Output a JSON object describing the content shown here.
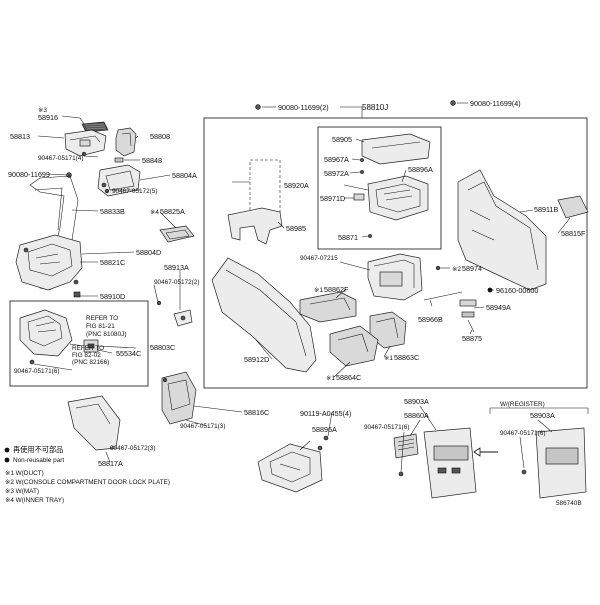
{
  "labels": {
    "l58916": "58916",
    "l58813": "58813",
    "l58808": "58808",
    "l90467_4": "90467-05171(4)",
    "l58848": "58848",
    "l58804A": "58804A",
    "l90467_5": "90467-05172(5)",
    "l90080_l": "90080-11699",
    "l58833B": "58833B",
    "l58825A": "58825A",
    "l58804D": "58804D",
    "l58821C": "58821C",
    "l58913A": "58913A",
    "l90467_2": "90467-05172(2)",
    "l58910D": "58910D",
    "l90080_2": "90080-11699(2)",
    "l58810J": "58810J",
    "l90080_4": "90080-11699(4)",
    "l58905": "58905",
    "l58967A": "58967A",
    "l58972A": "58972A",
    "l58896A": "58896A",
    "l58920A": "58920A",
    "l58971D": "58971D",
    "l58871": "58871",
    "l58985": "58985",
    "l58911B": "58911B",
    "l58815F": "58815F",
    "l90467_07215": "90467-07215",
    "l58974": "58974",
    "l58862F": "58862F",
    "l96160": "96160-00600",
    "l58949A": "58949A",
    "l58966B": "58966B",
    "l58875": "58875",
    "l58912D": "58912D",
    "l58863C": "58863C",
    "l58864C": "58864C",
    "l58803C": "58803C",
    "l55534C": "55534C",
    "l90467_6a": "90467-05171(6)",
    "ref1a": "REFER TO",
    "ref1b": "FIG 81-21",
    "ref1c": "(PNC 81080J)",
    "ref2a": "REFER TO",
    "ref2b": "FIG 82-02",
    "ref2c": "(PNC 82166)",
    "l58816C": "58816C",
    "l90467_3": "90467-05171(3)",
    "l90119": "90119-A0455(4)",
    "l58896A_b": "58896A",
    "l90467_5172_3": "90467-05172(3)",
    "l58817A": "58817A",
    "l58903A_a": "58903A",
    "l58860A": "58860A",
    "l90467_6b": "90467-05171(6)",
    "wregister": "W/(REGISTER)",
    "l58903A_b": "58903A",
    "l90467_6c": "90467-05171(6)",
    "code": "586740B"
  },
  "marks": {
    "x1": "※1",
    "x2": "※2",
    "x3": "※3",
    "x4": "※4"
  },
  "legend": {
    "reuse_cn": "再使用不可部品",
    "reuse_en": "Non-reusable part",
    "n1": "※1 W(DUCT)",
    "n2": "※2 W(CONSOLE COMPARTMENT DOOR LOCK PLATE)",
    "n3": "※3 W(MAT)",
    "n4": "※4 W(INNER TRAY)"
  }
}
